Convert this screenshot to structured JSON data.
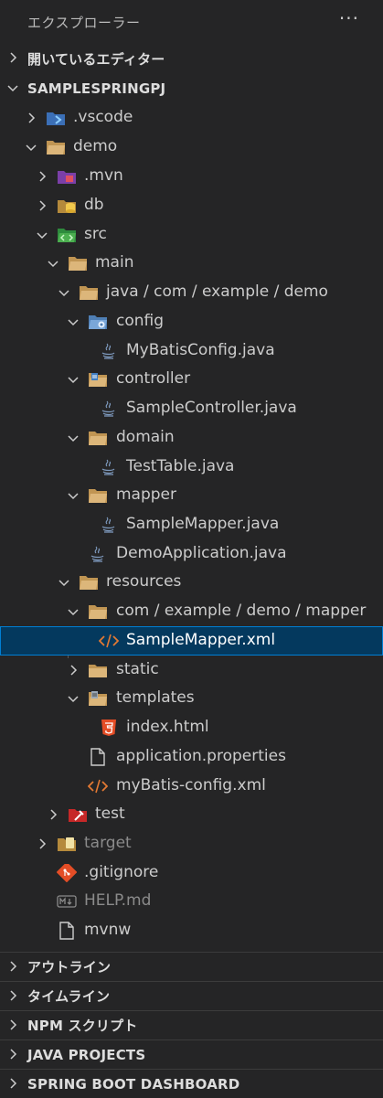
{
  "explorer": {
    "title": "エクスプローラー",
    "more": "···"
  },
  "sections": {
    "open_editors": "開いているエディター",
    "project": "SAMPLESPRINGPJ",
    "outline": "アウトライン",
    "timeline": "タイムライン",
    "npm_scripts": "NPM スクリプト",
    "java_projects": "JAVA PROJECTS",
    "spring_boot": "SPRING BOOT DASHBOARD"
  },
  "tree": {
    "vscode": ".vscode",
    "demo": "demo",
    "mvn": ".mvn",
    "db": "db",
    "src": "src",
    "main": "main",
    "java_pkg": "java / com / example / demo",
    "config": "config",
    "mybatis_config_java": "MyBatisConfig.java",
    "controller": "controller",
    "sample_controller_java": "SampleController.java",
    "domain": "domain",
    "test_table_java": "TestTable.java",
    "mapper": "mapper",
    "sample_mapper_java": "SampleMapper.java",
    "demo_application_java": "DemoApplication.java",
    "resources": "resources",
    "res_pkg": "com / example / demo / mapper",
    "sample_mapper_xml": "SampleMapper.xml",
    "static": "static",
    "templates": "templates",
    "index_html": "index.html",
    "application_properties": "application.properties",
    "mybatis_config_xml": "myBatis-config.xml",
    "test": "test",
    "target": "target",
    "gitignore": ".gitignore",
    "help_md": "HELP.md",
    "mvnw": "mvnw"
  }
}
